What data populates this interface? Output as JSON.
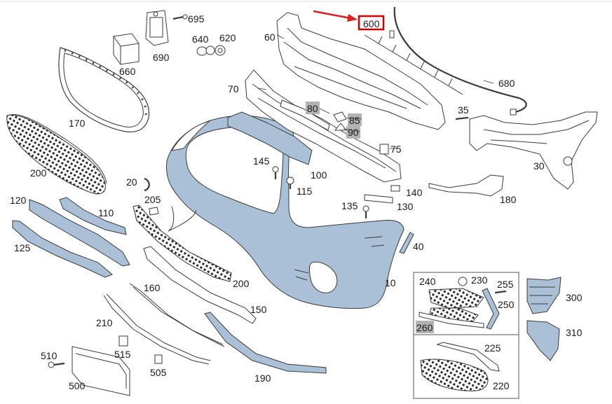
{
  "labels": {
    "p600": "600",
    "p60": "60",
    "p680": "680",
    "p695": "695",
    "p640": "640",
    "p620": "620",
    "p690": "690",
    "p660": "660",
    "p170": "170",
    "p70": "70",
    "p80": "80",
    "p85": "85",
    "p90": "90",
    "p35": "35",
    "p75": "75",
    "p30": "30",
    "p200a": "200",
    "p145": "145",
    "p100": "100",
    "p20": "20",
    "p115": "115",
    "p140": "140",
    "p180": "180",
    "p120": "120",
    "p110": "110",
    "p205": "205",
    "p135": "135",
    "p130": "130",
    "p125": "125",
    "p40": "40",
    "p10": "10",
    "p200b": "200",
    "p160": "160",
    "p150": "150",
    "p240": "240",
    "p230": "230",
    "p255": "255",
    "p250": "250",
    "p300": "300",
    "p260": "260",
    "p310": "310",
    "p210": "210",
    "p225": "225",
    "p515": "515",
    "p510": "510",
    "p505": "505",
    "p190": "190",
    "p500": "500",
    "p220": "220"
  },
  "colors": {
    "part_fill": "#a9c0d6",
    "highlight_box": "#d00000",
    "arrow": "#e02020",
    "grey_label_bg": "#b3b3b3"
  }
}
